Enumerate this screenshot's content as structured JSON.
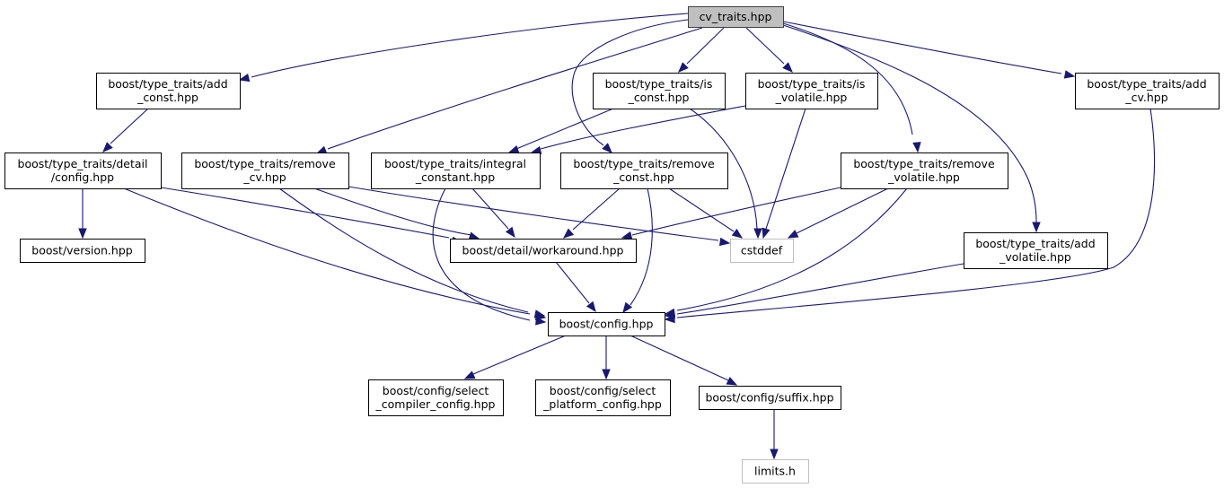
{
  "title": "cv_traits.hpp include dependency graph",
  "colors": {
    "edge": "#191970",
    "root_fill": "#bfbfbf",
    "external_border": "#bfbfbf",
    "node_border": "#000000"
  },
  "nodes": [
    {
      "id": "cv_traits",
      "lines": [
        "cv_traits.hpp"
      ],
      "kind": "root"
    },
    {
      "id": "add_const",
      "lines": [
        "boost/type_traits/add",
        "_const.hpp"
      ],
      "kind": "normal"
    },
    {
      "id": "is_const",
      "lines": [
        "boost/type_traits/is",
        "_const.hpp"
      ],
      "kind": "normal"
    },
    {
      "id": "is_volatile",
      "lines": [
        "boost/type_traits/is",
        "_volatile.hpp"
      ],
      "kind": "normal"
    },
    {
      "id": "add_cv",
      "lines": [
        "boost/type_traits/add",
        "_cv.hpp"
      ],
      "kind": "normal"
    },
    {
      "id": "detail_config",
      "lines": [
        "boost/type_traits/detail",
        "/config.hpp"
      ],
      "kind": "normal"
    },
    {
      "id": "remove_cv",
      "lines": [
        "boost/type_traits/remove",
        "_cv.hpp"
      ],
      "kind": "normal"
    },
    {
      "id": "integral_constant",
      "lines": [
        "boost/type_traits/integral",
        "_constant.hpp"
      ],
      "kind": "normal"
    },
    {
      "id": "remove_const",
      "lines": [
        "boost/type_traits/remove",
        "_const.hpp"
      ],
      "kind": "normal"
    },
    {
      "id": "remove_volatile",
      "lines": [
        "boost/type_traits/remove",
        "_volatile.hpp"
      ],
      "kind": "normal"
    },
    {
      "id": "version",
      "lines": [
        "boost/version.hpp"
      ],
      "kind": "normal"
    },
    {
      "id": "workaround",
      "lines": [
        "boost/detail/workaround.hpp"
      ],
      "kind": "normal"
    },
    {
      "id": "cstddef",
      "lines": [
        "cstddef"
      ],
      "kind": "external"
    },
    {
      "id": "add_volatile",
      "lines": [
        "boost/type_traits/add",
        "_volatile.hpp"
      ],
      "kind": "normal"
    },
    {
      "id": "config",
      "lines": [
        "boost/config.hpp"
      ],
      "kind": "normal"
    },
    {
      "id": "select_compiler",
      "lines": [
        "boost/config/select",
        "_compiler_config.hpp"
      ],
      "kind": "normal"
    },
    {
      "id": "select_platform",
      "lines": [
        "boost/config/select",
        "_platform_config.hpp"
      ],
      "kind": "normal"
    },
    {
      "id": "suffix",
      "lines": [
        "boost/config/suffix.hpp"
      ],
      "kind": "normal"
    },
    {
      "id": "limits",
      "lines": [
        "limits.h"
      ],
      "kind": "external"
    }
  ],
  "edges": [
    {
      "from": "cv_traits",
      "to": "add_const"
    },
    {
      "from": "cv_traits",
      "to": "remove_cv"
    },
    {
      "from": "cv_traits",
      "to": "remove_const"
    },
    {
      "from": "cv_traits",
      "to": "is_const"
    },
    {
      "from": "cv_traits",
      "to": "is_volatile"
    },
    {
      "from": "cv_traits",
      "to": "remove_volatile"
    },
    {
      "from": "cv_traits",
      "to": "add_volatile"
    },
    {
      "from": "cv_traits",
      "to": "add_cv"
    },
    {
      "from": "add_const",
      "to": "detail_config"
    },
    {
      "from": "detail_config",
      "to": "version"
    },
    {
      "from": "detail_config",
      "to": "workaround"
    },
    {
      "from": "detail_config",
      "to": "config"
    },
    {
      "from": "remove_cv",
      "to": "workaround"
    },
    {
      "from": "remove_cv",
      "to": "config"
    },
    {
      "from": "remove_cv",
      "to": "cstddef"
    },
    {
      "from": "is_const",
      "to": "integral_constant"
    },
    {
      "from": "is_const",
      "to": "cstddef"
    },
    {
      "from": "is_volatile",
      "to": "integral_constant"
    },
    {
      "from": "is_volatile",
      "to": "cstddef"
    },
    {
      "from": "integral_constant",
      "to": "workaround"
    },
    {
      "from": "integral_constant",
      "to": "config"
    },
    {
      "from": "remove_const",
      "to": "workaround"
    },
    {
      "from": "remove_const",
      "to": "config"
    },
    {
      "from": "remove_const",
      "to": "cstddef"
    },
    {
      "from": "remove_volatile",
      "to": "workaround"
    },
    {
      "from": "remove_volatile",
      "to": "config"
    },
    {
      "from": "remove_volatile",
      "to": "cstddef"
    },
    {
      "from": "add_volatile",
      "to": "config"
    },
    {
      "from": "add_cv",
      "to": "config"
    },
    {
      "from": "workaround",
      "to": "config"
    },
    {
      "from": "config",
      "to": "select_compiler"
    },
    {
      "from": "config",
      "to": "select_platform"
    },
    {
      "from": "config",
      "to": "suffix"
    },
    {
      "from": "suffix",
      "to": "limits"
    }
  ]
}
